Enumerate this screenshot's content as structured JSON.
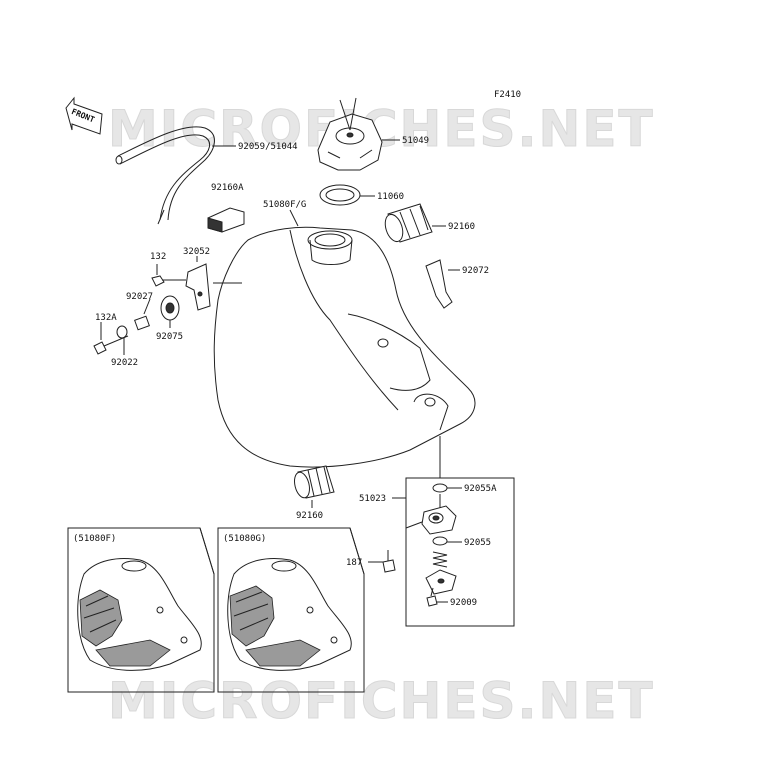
{
  "figure_code": "F2410",
  "watermarks": [
    "MICROFICHES.NET",
    "MICROFICHES.NET"
  ],
  "front_label": "FRONT",
  "colors": {
    "line": "#222222",
    "watermark": "#e6e6e6",
    "background": "#ffffff"
  },
  "labels": {
    "hose": "92059/51044",
    "cap": "51049",
    "gasket": "11060",
    "tank": "51080F/G",
    "damper_block": "92160A",
    "damper_top": "92160",
    "strap": "92072",
    "bolt_132": "132",
    "bracket": "32052",
    "collar": "92027",
    "grommet": "92075",
    "bolt_132a": "132A",
    "washer": "92022",
    "damper_bottom": "92160",
    "fuel_tap": "51023",
    "oring_a": "92055A",
    "oring": "92055",
    "bolt_187": "187",
    "screw": "92009"
  },
  "insets": [
    {
      "title": "(51080F)"
    },
    {
      "title": "(51080G)"
    }
  ]
}
